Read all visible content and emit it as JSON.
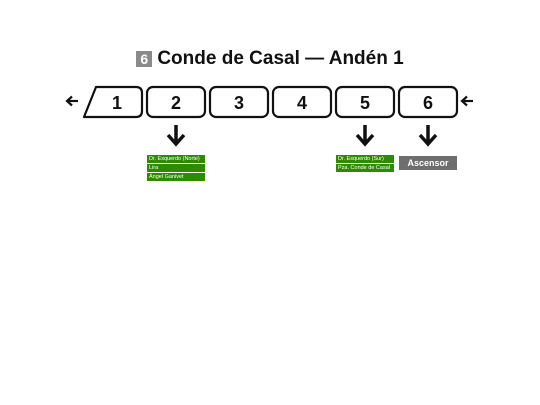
{
  "header": {
    "line_number": "6",
    "title": "Conde de Casal — Andén 1",
    "line_color": "#8a8a8a"
  },
  "cars": [
    "1",
    "2",
    "3",
    "4",
    "5",
    "6"
  ],
  "exits": {
    "car2": [
      "Dr. Esquerdo (Norte)",
      "Lira",
      "Ángel Ganivet"
    ],
    "car5": [
      "Dr. Esquerdo (Sur)",
      "Pza. Conde de Casal"
    ],
    "car6": "Ascensor"
  },
  "colors": {
    "exit_sign": "#2e8b00",
    "elevator_sign": "#6e6e6e",
    "outline": "#111111"
  },
  "icons": [
    "arrow-left-icon",
    "arrow-down-icon"
  ]
}
